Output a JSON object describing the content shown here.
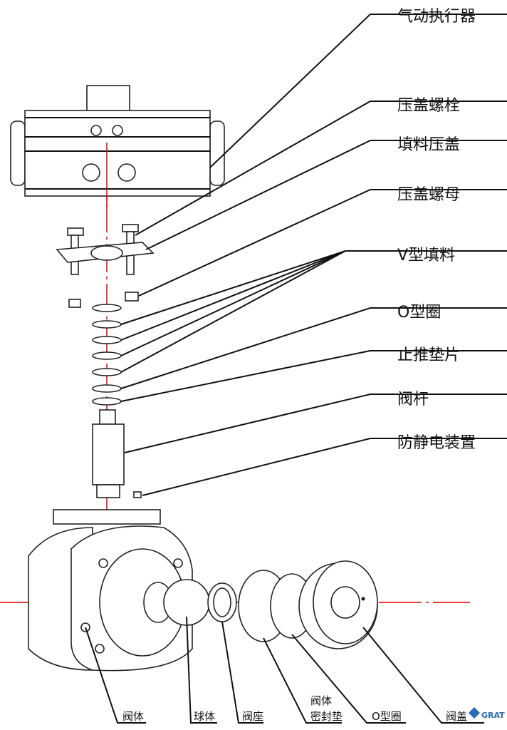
{
  "right_labels": [
    "气动执行器",
    "压盖螺栓",
    "填料压盖",
    "压盖螺母",
    "V型填料",
    "O型圈",
    "止推垫片",
    "阀杆",
    "防静电装置"
  ],
  "bottom_labels": {
    "body": "阀体",
    "ball": "球体",
    "seat": "阀座",
    "body_gasket_line1": "阀体",
    "body_gasket_line2": "密封垫",
    "o_ring": "O型圈",
    "cover": "阀盖"
  },
  "logo": {
    "text": "GRAT",
    "color": "#2a6db5"
  },
  "colors": {
    "centerline": "#dd0000",
    "lines": "#111111"
  }
}
